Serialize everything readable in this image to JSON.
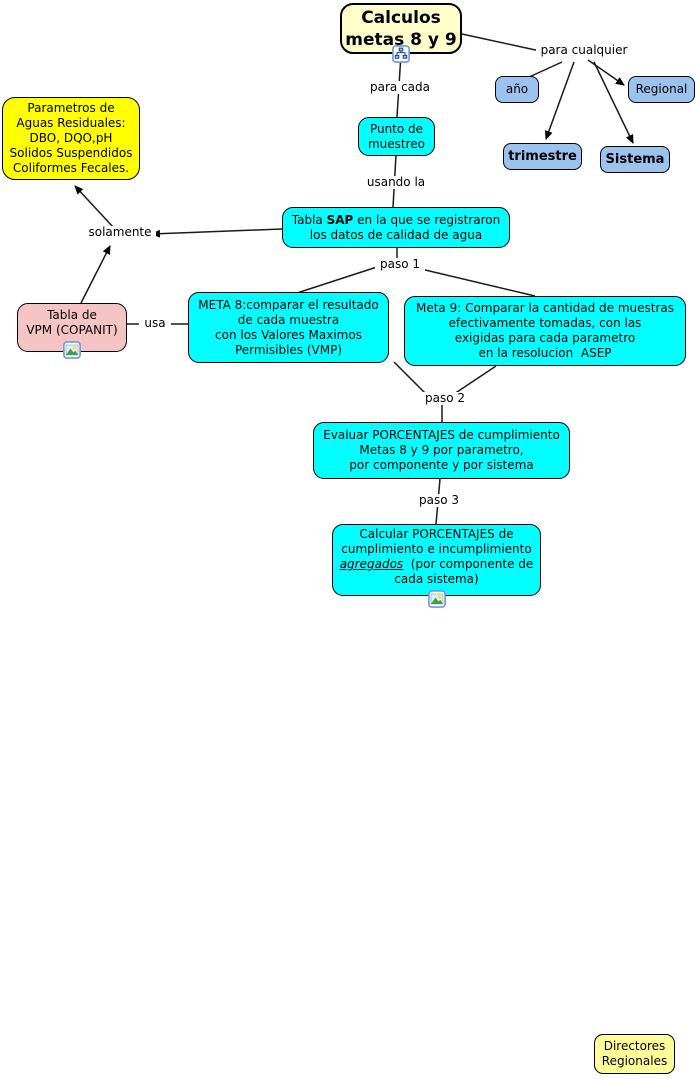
{
  "diagram": {
    "nodes": {
      "calculos": {
        "text": "Calculos\nmetas 8 y 9"
      },
      "ano": {
        "text": "año"
      },
      "regional": {
        "text": "Regional"
      },
      "trimestre": {
        "text": "trimestre"
      },
      "sistema": {
        "text": "Sistema"
      },
      "punto_muestreo": {
        "text": "Punto de\nmuestreo"
      },
      "parametros": {
        "text": "Parametros de\nAguas Residuales:\nDBO, DQO,pH\nSolidos Suspendidos\nColiformes Fecales."
      },
      "tabla_sap": {
        "line1_prefix": "Tabla ",
        "line1_bold": "SAP",
        "line1_suffix": " en la que se registraron",
        "line2": "los datos de calidad de agua"
      },
      "tabla_vpm": {
        "text": "Tabla de\nVPM (COPANIT)"
      },
      "meta8": {
        "text": "META 8:comparar el resultado\nde cada muestra\ncon los Valores Maximos\nPermisibles (VMP)"
      },
      "meta9": {
        "text": "Meta 9: Comparar la cantidad de muestras\nefectivamente tomadas, con las\nexigidas para cada parametro\nen la resolucion  ASEP"
      },
      "evaluar": {
        "text": "Evaluar PORCENTAJES de cumplimiento\nMetas 8 y 9 por parametro,\npor componente y por sistema"
      },
      "calcular": {
        "line1": "Calcular PORCENTAJES de",
        "line2": "cumplimiento e incumplimiento",
        "line3_emphasis": "agregados",
        "line3_rest": "  (por componente de",
        "line4": "cada sistema)"
      },
      "directores": {
        "text": "Directores\nRegionales"
      }
    },
    "linking_phrases": {
      "para_cualquier": "para cualquier",
      "para_cada": "para cada",
      "usando_la": "usando la",
      "solamente": "solamente",
      "paso_1": "paso 1",
      "usa": "usa",
      "paso_2": "paso 2",
      "paso_3": "paso 3"
    },
    "icons": {
      "calculos_resource": "concept-map-icon",
      "vpm_resource": "image-icon",
      "calcular_resource": "image-icon"
    },
    "colors": {
      "cyan": "#00ffff",
      "bright_yellow": "#ffff00",
      "pale_yellow": "#ffffcc",
      "soft_yellow": "#ffff99",
      "light_blue": "#9cc2ee",
      "pink": "#f5c5c5"
    }
  }
}
